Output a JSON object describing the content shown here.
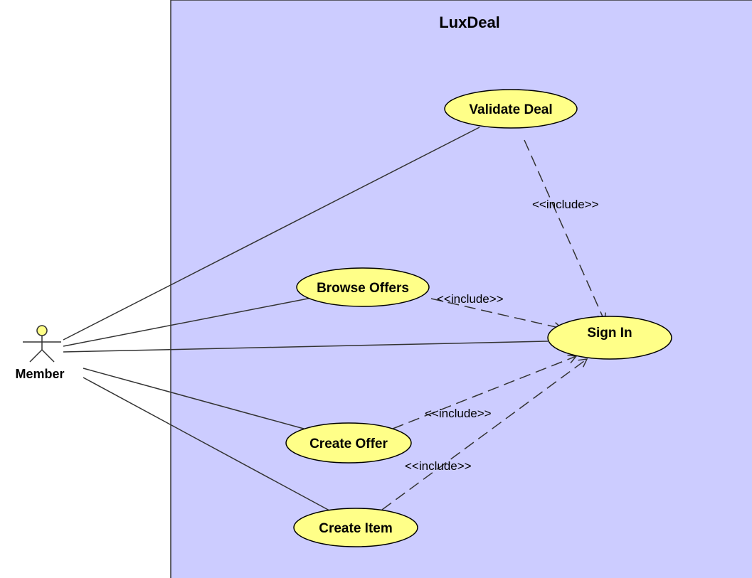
{
  "system": {
    "title": "LuxDeal",
    "fill": "#ccccff",
    "border": "#333333"
  },
  "actor": {
    "label": "Member",
    "head_fill": "#ffff88"
  },
  "use_cases": {
    "validate_deal": "Validate Deal",
    "browse_offers": "Browse Offers",
    "sign_in": "Sign In",
    "create_offer": "Create Offer",
    "create_item": "Create Item",
    "fill": "#ffff88",
    "border": "#000000"
  },
  "relations": {
    "include_validate": "<<include>>",
    "include_browse": "<<include>>",
    "include_offer": "<<include>>",
    "include_item": "<<include>>"
  }
}
